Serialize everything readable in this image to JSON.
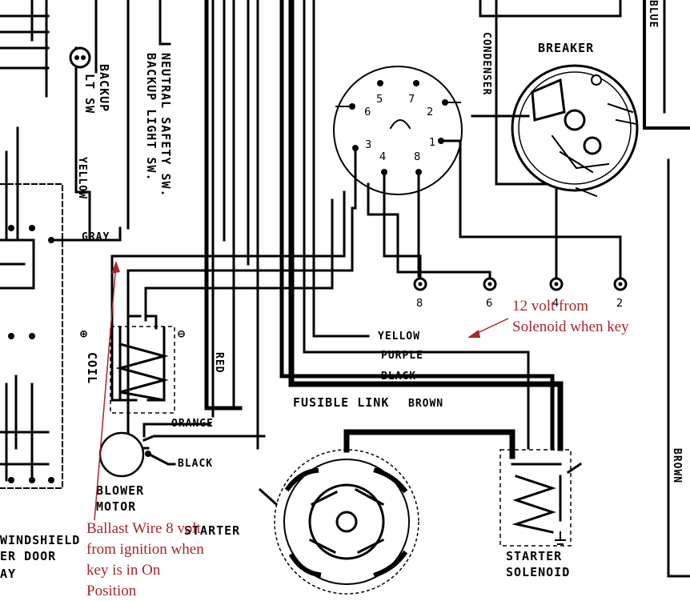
{
  "labels": {
    "breaker": "BREAKER",
    "condenser": "CONDENSER",
    "blue": "BLUE",
    "backup_lt_sw": [
      "BACKUP",
      "LT SW"
    ],
    "neutral_safety_sw": "NEUTRAL SAFETY SW.",
    "backup_light_sw": "BACKUP LIGHT SW.",
    "yellow_left": "YELLOW",
    "gray": "GRAY",
    "yellow": "YELLOW",
    "purple": "PURPLE",
    "black": "BLACK",
    "fusible_link": "FUSIBLE LINK",
    "brown": "BROWN",
    "red": "RED",
    "orange": "ORANGE",
    "black_blower": "BLACK",
    "coil": "COIL",
    "coil_plus": "⊕",
    "coil_minus": "⊖",
    "blower_motor": [
      "BLOWER",
      "MOTOR"
    ],
    "starter": "STARTER",
    "starter_solenoid": [
      "STARTER",
      "SOLENOID"
    ],
    "brown_right": "BROWN",
    "windshield": [
      "WINDSHIELD",
      "ER DOOR",
      "AY"
    ]
  },
  "connector_pins": {
    "round": [
      "5",
      "7",
      "6",
      "2",
      "3",
      "1",
      "4",
      "8"
    ],
    "terminals": [
      "8",
      "6",
      "4",
      "2"
    ]
  },
  "annotations": {
    "solenoid_note": [
      "12 volt from",
      "Solenoid when key"
    ],
    "ballast_note": [
      "Ballast Wire 8 volt",
      "from ignition when",
      "key is in On",
      "Position"
    ]
  },
  "colors": {
    "ink": "#000000",
    "annotation": "#a8262a"
  }
}
